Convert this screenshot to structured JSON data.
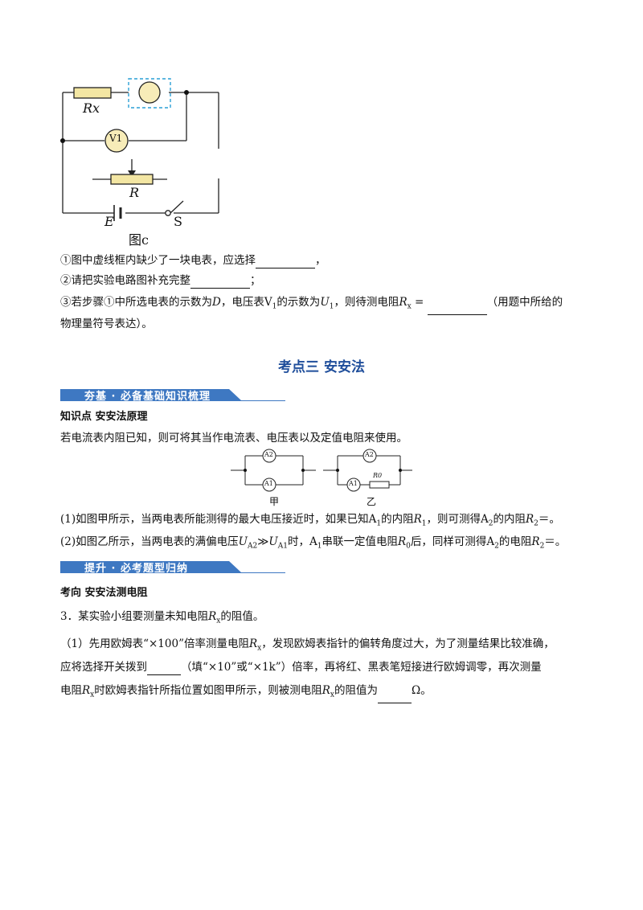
{
  "figure_c": {
    "rx_label": "Rx",
    "v1_label": "V1",
    "r_label": "R",
    "e_label": "E",
    "s_label": "S",
    "caption": "图c"
  },
  "questions_c": {
    "q1": "①图中虚线框内缺少了一块电表，应选择",
    "q1_end": "，",
    "q2": "②请把实验电路图补充完整",
    "q2_end": "；",
    "q3_part1": "③若步骤①中所选电表的示数为",
    "q3_D": "D",
    "q3_part2": "，电压表",
    "q3_V": "V",
    "q3_V_sub": "1",
    "q3_part3": "的示数为",
    "q3_U": "U",
    "q3_U_sub": "1",
    "q3_part4": "，则待测电阻",
    "q3_R": "R",
    "q3_R_sub": "x",
    "q3_eq": " =",
    "q3_part5": "（用题中所给的",
    "q3_line2": "物理量符号表达）。"
  },
  "section": {
    "title": "考点三  安安法"
  },
  "banner1": {
    "label": "夯基 · 必备基础知识梳理"
  },
  "knowledge": {
    "heading": "知识点  安安法原理",
    "intro": "若电流表内阻已知，则可将其当作电流表、电压表以及定值电阻来使用。",
    "fig_jia": "甲",
    "fig_yi": "乙",
    "a1": "A1",
    "a2": "A2",
    "r0": "R0",
    "p1_a": "(1)如图甲所示，当两电表所能测得的最大电压接近时，如果已知",
    "p1_A": "A",
    "p1_A_sub": "1",
    "p1_b": "的内阻",
    "p1_R": "R",
    "p1_R_sub": "1",
    "p1_c": "，则可测得",
    "p1_A2": "A",
    "p1_A2_sub": "2",
    "p1_d": "的内阻",
    "p1_R2": "R",
    "p1_R2_sub": "2",
    "p1_e": "＝。",
    "p2_a": "(2)如图乙所示，当两电表的满偏电压",
    "p2_U": "U",
    "p2_U_sub": "A2",
    "p2_gg": "≫",
    "p2_U2": "U",
    "p2_U2_sub": "A1",
    "p2_b": "时，",
    "p2_A": "A",
    "p2_A_sub": "1",
    "p2_c": "串联一定值电阻",
    "p2_R0": "R",
    "p2_R0_sub": "0",
    "p2_d": "后，同样可测得",
    "p2_A2": "A",
    "p2_A2_sub": "2",
    "p2_e": "的电阻",
    "p2_R2": "R",
    "p2_R2_sub": "2",
    "p2_f": "＝。"
  },
  "banner2": {
    "label": "提升 · 必考题型归纳"
  },
  "direction": {
    "heading": "考向  安安法测电阻",
    "q3_a": "3．某实验小组要测量未知电阻",
    "q3_R": "R",
    "q3_R_sub": "x",
    "q3_b": "的阻值。",
    "s1_a": "（1）先用欧姆表“×100”倍率测量电阻",
    "s1_R": "R",
    "s1_R_sub": "x",
    "s1_b": "，发现欧姆表指针的偏转角度过大，为了测量结果比较准确，",
    "s2_a": "应将选择开关拨到",
    "s2_b": "（填“×10”或“×1k”）倍率，再将红、黑表笔短接进行欧姆调零，再次测量",
    "s3_a": "电阻",
    "s3_R": "R",
    "s3_R_sub": "x",
    "s3_b": "时欧姆表指针所指位置如图甲所示，则被测电阻",
    "s3_R2": "R",
    "s3_R2_sub": "x",
    "s3_c": "的阻值为",
    "s3_unit": "Ω。"
  },
  "colors": {
    "section_blue": "#1f4e9b",
    "banner_blue": "#3e78c2",
    "resistor_fill": "#f3e6a3"
  }
}
